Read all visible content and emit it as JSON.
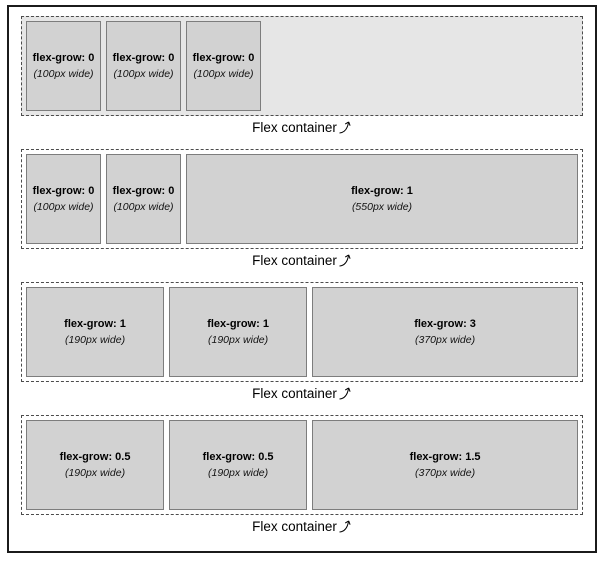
{
  "figure_rows": [
    {
      "caption": "Flex container",
      "items": [
        {
          "grow": "flex-grow: 0",
          "size": "(100px wide)"
        },
        {
          "grow": "flex-grow: 0",
          "size": "(100px wide)"
        },
        {
          "grow": "flex-grow: 0",
          "size": "(100px wide)"
        }
      ]
    },
    {
      "caption": "Flex container",
      "items": [
        {
          "grow": "flex-grow: 0",
          "size": "(100px wide)"
        },
        {
          "grow": "flex-grow: 0",
          "size": "(100px wide)"
        },
        {
          "grow": "flex-grow: 1",
          "size": "(550px wide)"
        }
      ]
    },
    {
      "caption": "Flex container",
      "items": [
        {
          "grow": "flex-grow: 1",
          "size": "(190px wide)"
        },
        {
          "grow": "flex-grow: 1",
          "size": "(190px wide)"
        },
        {
          "grow": "flex-grow: 3",
          "size": "(370px wide)"
        }
      ]
    },
    {
      "caption": "Flex container",
      "items": [
        {
          "grow": "flex-grow: 0.5",
          "size": "(190px wide)"
        },
        {
          "grow": "flex-grow: 0.5",
          "size": "(190px wide)"
        },
        {
          "grow": "flex-grow: 1.5",
          "size": "(370px wide)"
        }
      ]
    }
  ],
  "colors": {
    "frame_border": "#1b1b1b",
    "dashed_border": "#4c4c4c",
    "container1_bg": "#e6e6e6",
    "item_bg": "#d2d2d2",
    "item_border": "#7d7d7d"
  }
}
